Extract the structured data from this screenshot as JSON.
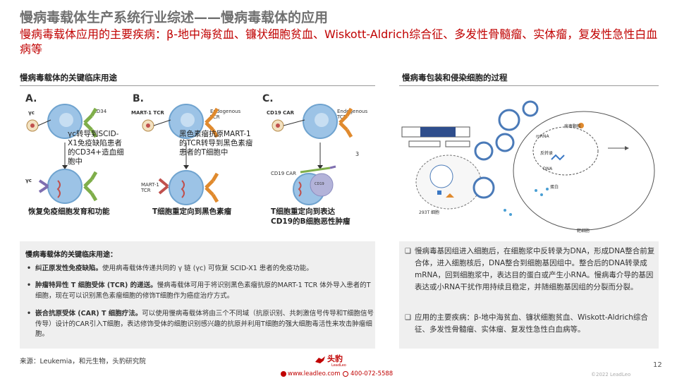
{
  "header": {
    "title": "慢病毒载体生产系统行业综述——慢病毒载体的应用",
    "subtitle": "慢病毒载体应用的主要疾病：β-地中海贫血、镰状细胞贫血、Wiskott-Aldrich综合征、多发性骨髓瘤、实体瘤，复发性急性白血病等"
  },
  "left": {
    "section_title": "慢病毒载体的关键临床用途",
    "panels": [
      {
        "letter": "A.",
        "top_label": "γc",
        "receptor_label": "CD34",
        "annotation": "γc转导到SCID-X1免疫缺陷患者的CD34+造血细胞中",
        "bottom_label": "γc",
        "caption": "恢复免疫细胞发育和功能"
      },
      {
        "letter": "B.",
        "top_label": "MART-1 TCR",
        "receptor_label": "Endogenous TCR",
        "annotation": "黑色素瘤抗原MART-1的TCR转导到黑色素瘤患者的T细胞中",
        "bottom_label": "MART-1 TCR",
        "caption": "T细胞重定向到黑色素瘤"
      },
      {
        "letter": "C.",
        "top_label": "CD19 CAR",
        "receptor_label": "Endogenous TCR",
        "side_number": "3",
        "bottom_label": "CD19 CAR",
        "cell_text": "CD19",
        "caption_lines": [
          "T细胞重定向到表达",
          "CD19的B细胞恶性肿瘤"
        ]
      }
    ],
    "box": {
      "title": "慢病毒载体的关键临床用途：",
      "bullets": [
        {
          "bold": "纠正原发性免疫缺陷。",
          "text": "使用病毒载体传递共同的 γ 链 (γc) 可恢复 SCID-X1 患者的免疫功能。"
        },
        {
          "bold": "肿瘤特异性 T 细胞受体 (TCR) 的递送。",
          "text": "慢病毒载体可用于将识别黑色素瘤抗原的MART-1 TCR 体外导入患者的T细胞，现在可以识别黑色素瘤细胞的修饰T细胞作为癌症治疗方式。"
        },
        {
          "bold": "嵌合抗原受体 (CAR) T 细胞疗法。",
          "text": "可以使用慢病毒载体将由三个不同域（抗原识别、共刺激信号传导和T细胞信号传导）设计的CAR引入T细胞，表达修饰受体的细胞识别感兴趣的抗原并利用T细胞的强大细胞毒活性来攻击肿瘤细胞。"
        }
      ]
    }
  },
  "right": {
    "section_title": "慢病毒包装和侵染细胞的过程",
    "diagram_labels": {
      "host": "293T 细胞",
      "target": "靶细胞",
      "virion": "病毒颗粒",
      "rt": "反转录",
      "dna": "DNA",
      "mrna": "mRNA",
      "protein": "蛋白"
    },
    "bullets": [
      "慢病毒基因组进入细胞后，在细胞浆中反转录为DNA，形成DNA整合前复合体，进入细胞核后，DNA整合到细胞基因组中。整合后的DNA转录成mRNA，回到细胞浆中，表达目的蛋白或产生小RNA。慢病毒介导的基因表达或小RNA干扰作用持续且稳定，并随细胞基因组的分裂而分裂。",
      "应用的主要疾病：β-地中海贫血、镰状细胞贫血、Wiskott-Aldrich综合征、多发性骨髓瘤、实体瘤、复发性急性白血病等。"
    ]
  },
  "footer": {
    "source": "来源：Leukemia，和元生物，头豹研究院",
    "logo_text": "头豹",
    "logo_sub": "LeadLeo",
    "website": "www.leadleo.com",
    "phone": "400-072-5588",
    "page_number": "12",
    "copyright": "©2022 LeadLeo"
  },
  "colors": {
    "accent_red": "#c00000",
    "title_grey": "#707070",
    "cell_blue": "#6fa3cf",
    "receptor_green": "#7fae4a",
    "receptor_orange": "#e08a2e",
    "box_grey": "#efefef"
  }
}
